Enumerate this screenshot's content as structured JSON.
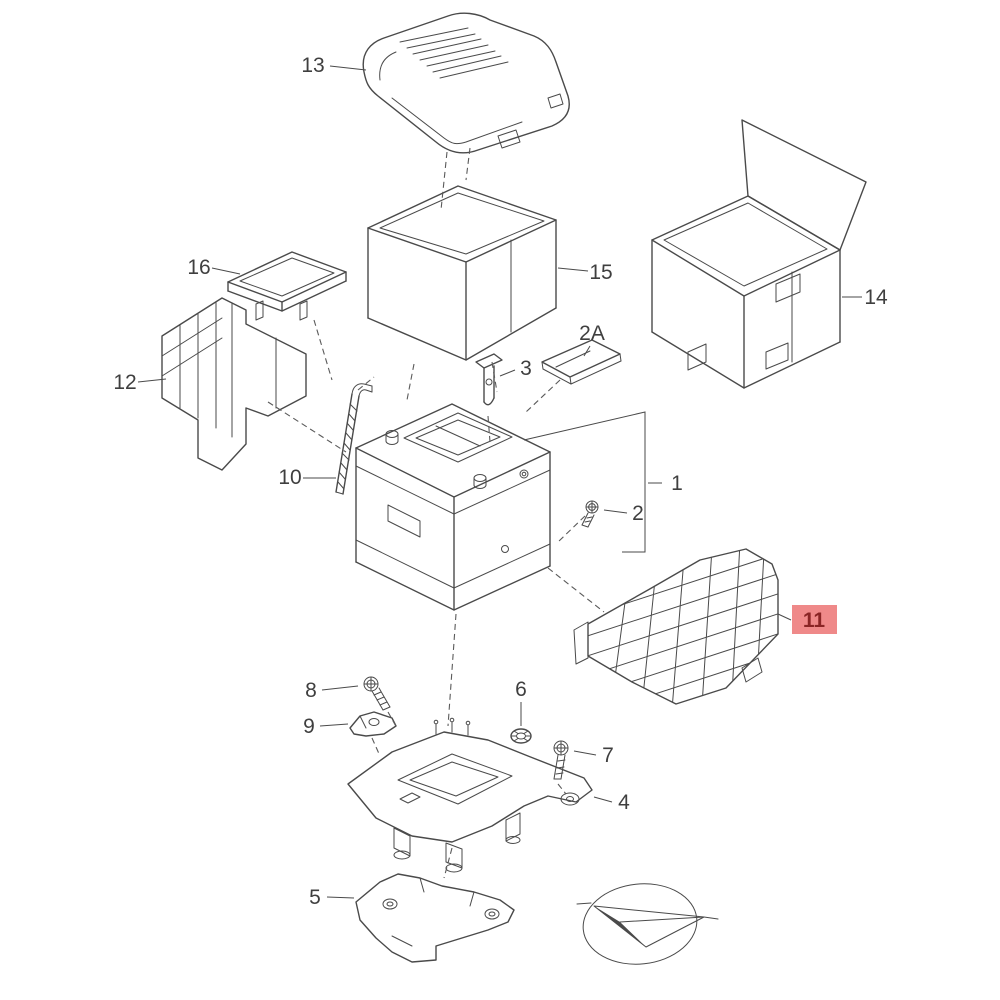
{
  "diagram": {
    "background_color": "#ffffff",
    "line_color": "#4a4a4a",
    "label_color": "#3f3f3f",
    "labels": {
      "p1": "1",
      "p2": "2",
      "p2a": "2A",
      "p3": "3",
      "p4": "4",
      "p5": "5",
      "p6": "6",
      "p7": "7",
      "p8": "8",
      "p9": "9",
      "p10": "10",
      "p11": "11",
      "p12": "12",
      "p13": "13",
      "p14": "14",
      "p15": "15",
      "p16": "16"
    },
    "highlight": {
      "label": "11",
      "background": "#ef8989",
      "text_color": "#8a2525"
    }
  }
}
